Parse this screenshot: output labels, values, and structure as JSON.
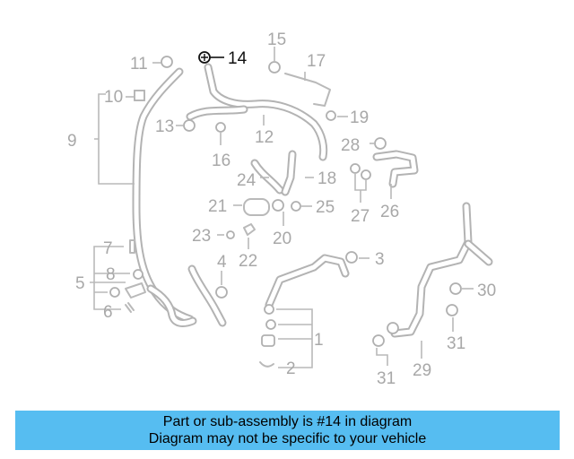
{
  "diagram": {
    "highlighted_part": "14",
    "callouts": [
      "1",
      "2",
      "3",
      "4",
      "5",
      "6",
      "7",
      "8",
      "9",
      "10",
      "11",
      "12",
      "13",
      "14",
      "15",
      "16",
      "17",
      "18",
      "19",
      "20",
      "21",
      "22",
      "23",
      "24",
      "25",
      "26",
      "27",
      "28",
      "29",
      "30",
      "31",
      "31"
    ]
  },
  "banner": {
    "line1": "Part or sub-assembly is #14 in diagram",
    "line2": "Diagram may not be specific to your vehicle"
  },
  "colors": {
    "banner_bg": "#56bdf1",
    "diagram_line": "#b9b9b9",
    "highlight": "#111111"
  }
}
